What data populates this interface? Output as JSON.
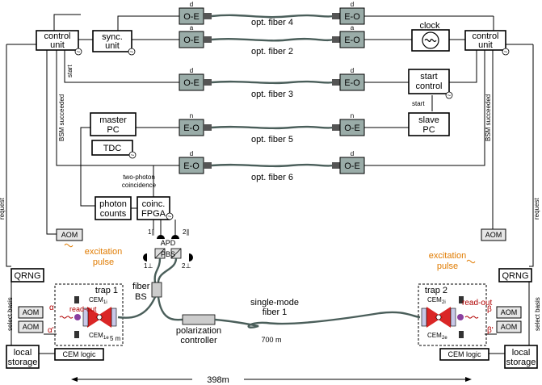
{
  "converters": {
    "row1": {
      "left": "O-E",
      "right": "E-O",
      "tag": "d"
    },
    "row2": {
      "left": "O-E",
      "right": "E-O",
      "tag": "a"
    },
    "row3": {
      "left": "O-E",
      "right": "E-O",
      "tag": "d"
    },
    "row5": {
      "left": "E-O",
      "right": "O-E",
      "tag": "n"
    },
    "row6": {
      "left": "E-O",
      "right": "O-E",
      "tag": "d"
    }
  },
  "fibers": {
    "f4": "opt. fiber 4",
    "f2": "opt. fiber 2",
    "f3": "opt. fiber 3",
    "f5": "opt. fiber 5",
    "f6": "opt. fiber 6",
    "sm_line1": "single-mode",
    "sm_line2": "fiber 1"
  },
  "left": {
    "control_unit_line1": "control",
    "control_unit_line2": "unit",
    "sync_line1": "sync.",
    "sync_line2": "unit",
    "start": "start",
    "bsm": "BSM succeeded",
    "request": "request",
    "master_pc_line1": "master",
    "master_pc_line2": "PC",
    "tdc": "TDC",
    "two_photon_line1": "two-photon",
    "two_photon_line2": "coincidence",
    "photon_line1": "photon",
    "photon_line2": "counts",
    "fpga_line1": "coinc.",
    "fpga_line2": "FPGA",
    "aom": "AOM",
    "excitation_line1": "excitation",
    "excitation_line2": "pulse",
    "qrng": "QRNG",
    "select_basis": "select basis",
    "trap": "trap 1",
    "cem_top": "CEM",
    "cem_top_sub": "1i",
    "cem_bottom": "CEM",
    "cem_bottom_sub": "1e",
    "alpha": "α",
    "alpha_prime": "α'",
    "local_line1": "local",
    "local_line2": "storage",
    "cem_logic": "CEM logic",
    "dist_5m": "5 m"
  },
  "bsm": {
    "apd": "APD",
    "pbs": "PBS",
    "det1_top": "1∥",
    "det2_top": "2∥",
    "det1_bot": "1⊥",
    "det2_bot": "2⊥",
    "fiber_bs_line1": "fiber",
    "fiber_bs_line2": "BS",
    "polarization_line1": "polarization",
    "polarization_line2": "controller",
    "dist_700m": "700 m"
  },
  "right": {
    "control_unit_line1": "control",
    "control_unit_line2": "unit",
    "clock": "clock",
    "start_control_line1": "start",
    "start_control_line2": "control",
    "start": "start",
    "slave_pc_line1": "slave",
    "slave_pc_line2": "PC",
    "bsm": "BSM succeeded",
    "request": "request",
    "aom": "AOM",
    "excitation_line1": "excitation",
    "excitation_line2": "pulse",
    "qrng": "QRNG",
    "select_basis": "select basis",
    "trap": "trap 2",
    "read_out": "read-out",
    "cem_top": "CEM",
    "cem_top_sub": "2i",
    "cem_bottom": "CEM",
    "cem_bottom_sub": "2e",
    "beta": "β",
    "beta_prime": "β'",
    "local_line1": "local",
    "local_line2": "storage",
    "cem_logic": "CEM logic"
  },
  "left_read_out": "read-out",
  "distance_total": "398m",
  "colors": {
    "fiber": "#4a5e5a",
    "converter": "#9aaca8",
    "accent": "#e07b00",
    "laser": "#cc0000"
  }
}
